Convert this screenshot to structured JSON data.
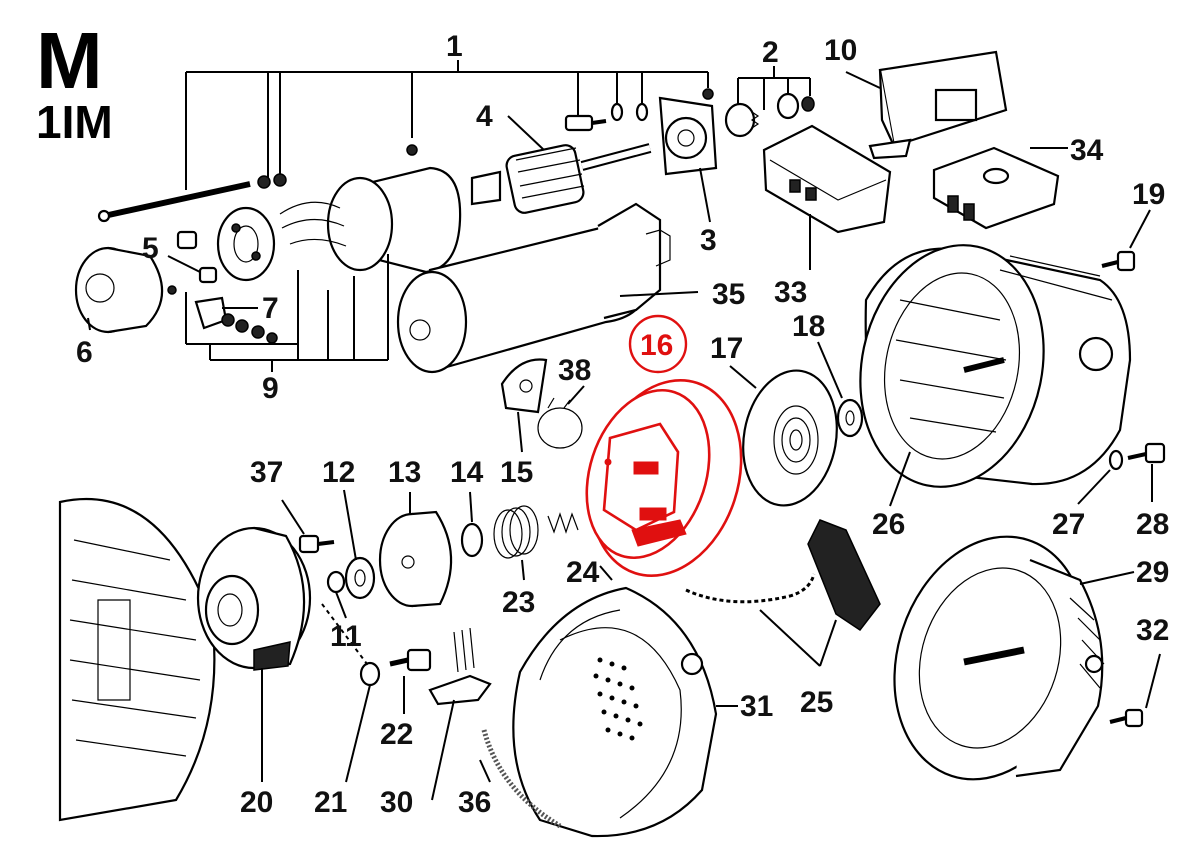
{
  "title": {
    "line1": "M",
    "line2": "1IM"
  },
  "highlight_color": "#e01010",
  "highlighted_part": "16",
  "callouts": [
    "1",
    "2",
    "3",
    "4",
    "5",
    "6",
    "7",
    "9",
    "10",
    "11",
    "12",
    "13",
    "14",
    "15",
    "16",
    "17",
    "18",
    "19",
    "20",
    "21",
    "22",
    "23",
    "24",
    "25",
    "26",
    "27",
    "28",
    "29",
    "30",
    "31",
    "32",
    "33",
    "34",
    "35",
    "36",
    "37",
    "38"
  ]
}
